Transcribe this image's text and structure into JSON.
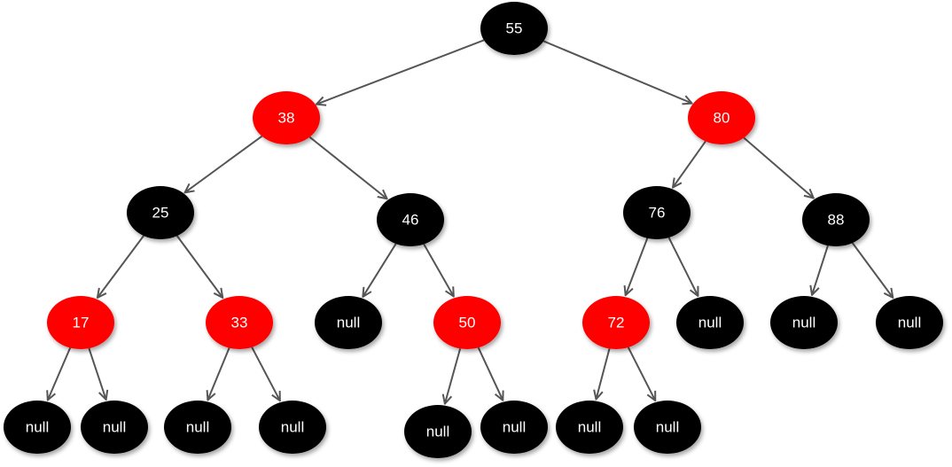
{
  "colors": {
    "red": "#ff0000",
    "black": "#000000",
    "edge": "#555555",
    "label": "#ffffff"
  },
  "tree": {
    "nodes": [
      {
        "id": "n55",
        "label": "55",
        "color": "black"
      },
      {
        "id": "n38",
        "label": "38",
        "color": "red"
      },
      {
        "id": "n80",
        "label": "80",
        "color": "red"
      },
      {
        "id": "n25",
        "label": "25",
        "color": "black"
      },
      {
        "id": "n46",
        "label": "46",
        "color": "black"
      },
      {
        "id": "n76",
        "label": "76",
        "color": "black"
      },
      {
        "id": "n88",
        "label": "88",
        "color": "black"
      },
      {
        "id": "n17",
        "label": "17",
        "color": "red"
      },
      {
        "id": "n33",
        "label": "33",
        "color": "red"
      },
      {
        "id": "nl46",
        "label": "null",
        "color": "black"
      },
      {
        "id": "n50",
        "label": "50",
        "color": "red"
      },
      {
        "id": "n72",
        "label": "72",
        "color": "red"
      },
      {
        "id": "nl76",
        "label": "null",
        "color": "black"
      },
      {
        "id": "nl88a",
        "label": "null",
        "color": "black"
      },
      {
        "id": "nl88b",
        "label": "null",
        "color": "black"
      },
      {
        "id": "nl17a",
        "label": "null",
        "color": "black"
      },
      {
        "id": "nl17b",
        "label": "null",
        "color": "black"
      },
      {
        "id": "nl33a",
        "label": "null",
        "color": "black"
      },
      {
        "id": "nl33b",
        "label": "null",
        "color": "black"
      },
      {
        "id": "nl50a",
        "label": "null",
        "color": "black"
      },
      {
        "id": "nl50b",
        "label": "null",
        "color": "black"
      },
      {
        "id": "nl72a",
        "label": "null",
        "color": "black"
      },
      {
        "id": "nl72b",
        "label": "null",
        "color": "black"
      }
    ],
    "edges": [
      [
        "n55",
        "n38"
      ],
      [
        "n55",
        "n80"
      ],
      [
        "n38",
        "n25"
      ],
      [
        "n38",
        "n46"
      ],
      [
        "n80",
        "n76"
      ],
      [
        "n80",
        "n88"
      ],
      [
        "n25",
        "n17"
      ],
      [
        "n25",
        "n33"
      ],
      [
        "n46",
        "nl46"
      ],
      [
        "n46",
        "n50"
      ],
      [
        "n76",
        "n72"
      ],
      [
        "n76",
        "nl76"
      ],
      [
        "n88",
        "nl88a"
      ],
      [
        "n88",
        "nl88b"
      ],
      [
        "n17",
        "nl17a"
      ],
      [
        "n17",
        "nl17b"
      ],
      [
        "n33",
        "nl33a"
      ],
      [
        "n33",
        "nl33b"
      ],
      [
        "n50",
        "nl50a"
      ],
      [
        "n50",
        "nl50b"
      ],
      [
        "n72",
        "nl72a"
      ],
      [
        "n72",
        "nl72b"
      ]
    ]
  }
}
